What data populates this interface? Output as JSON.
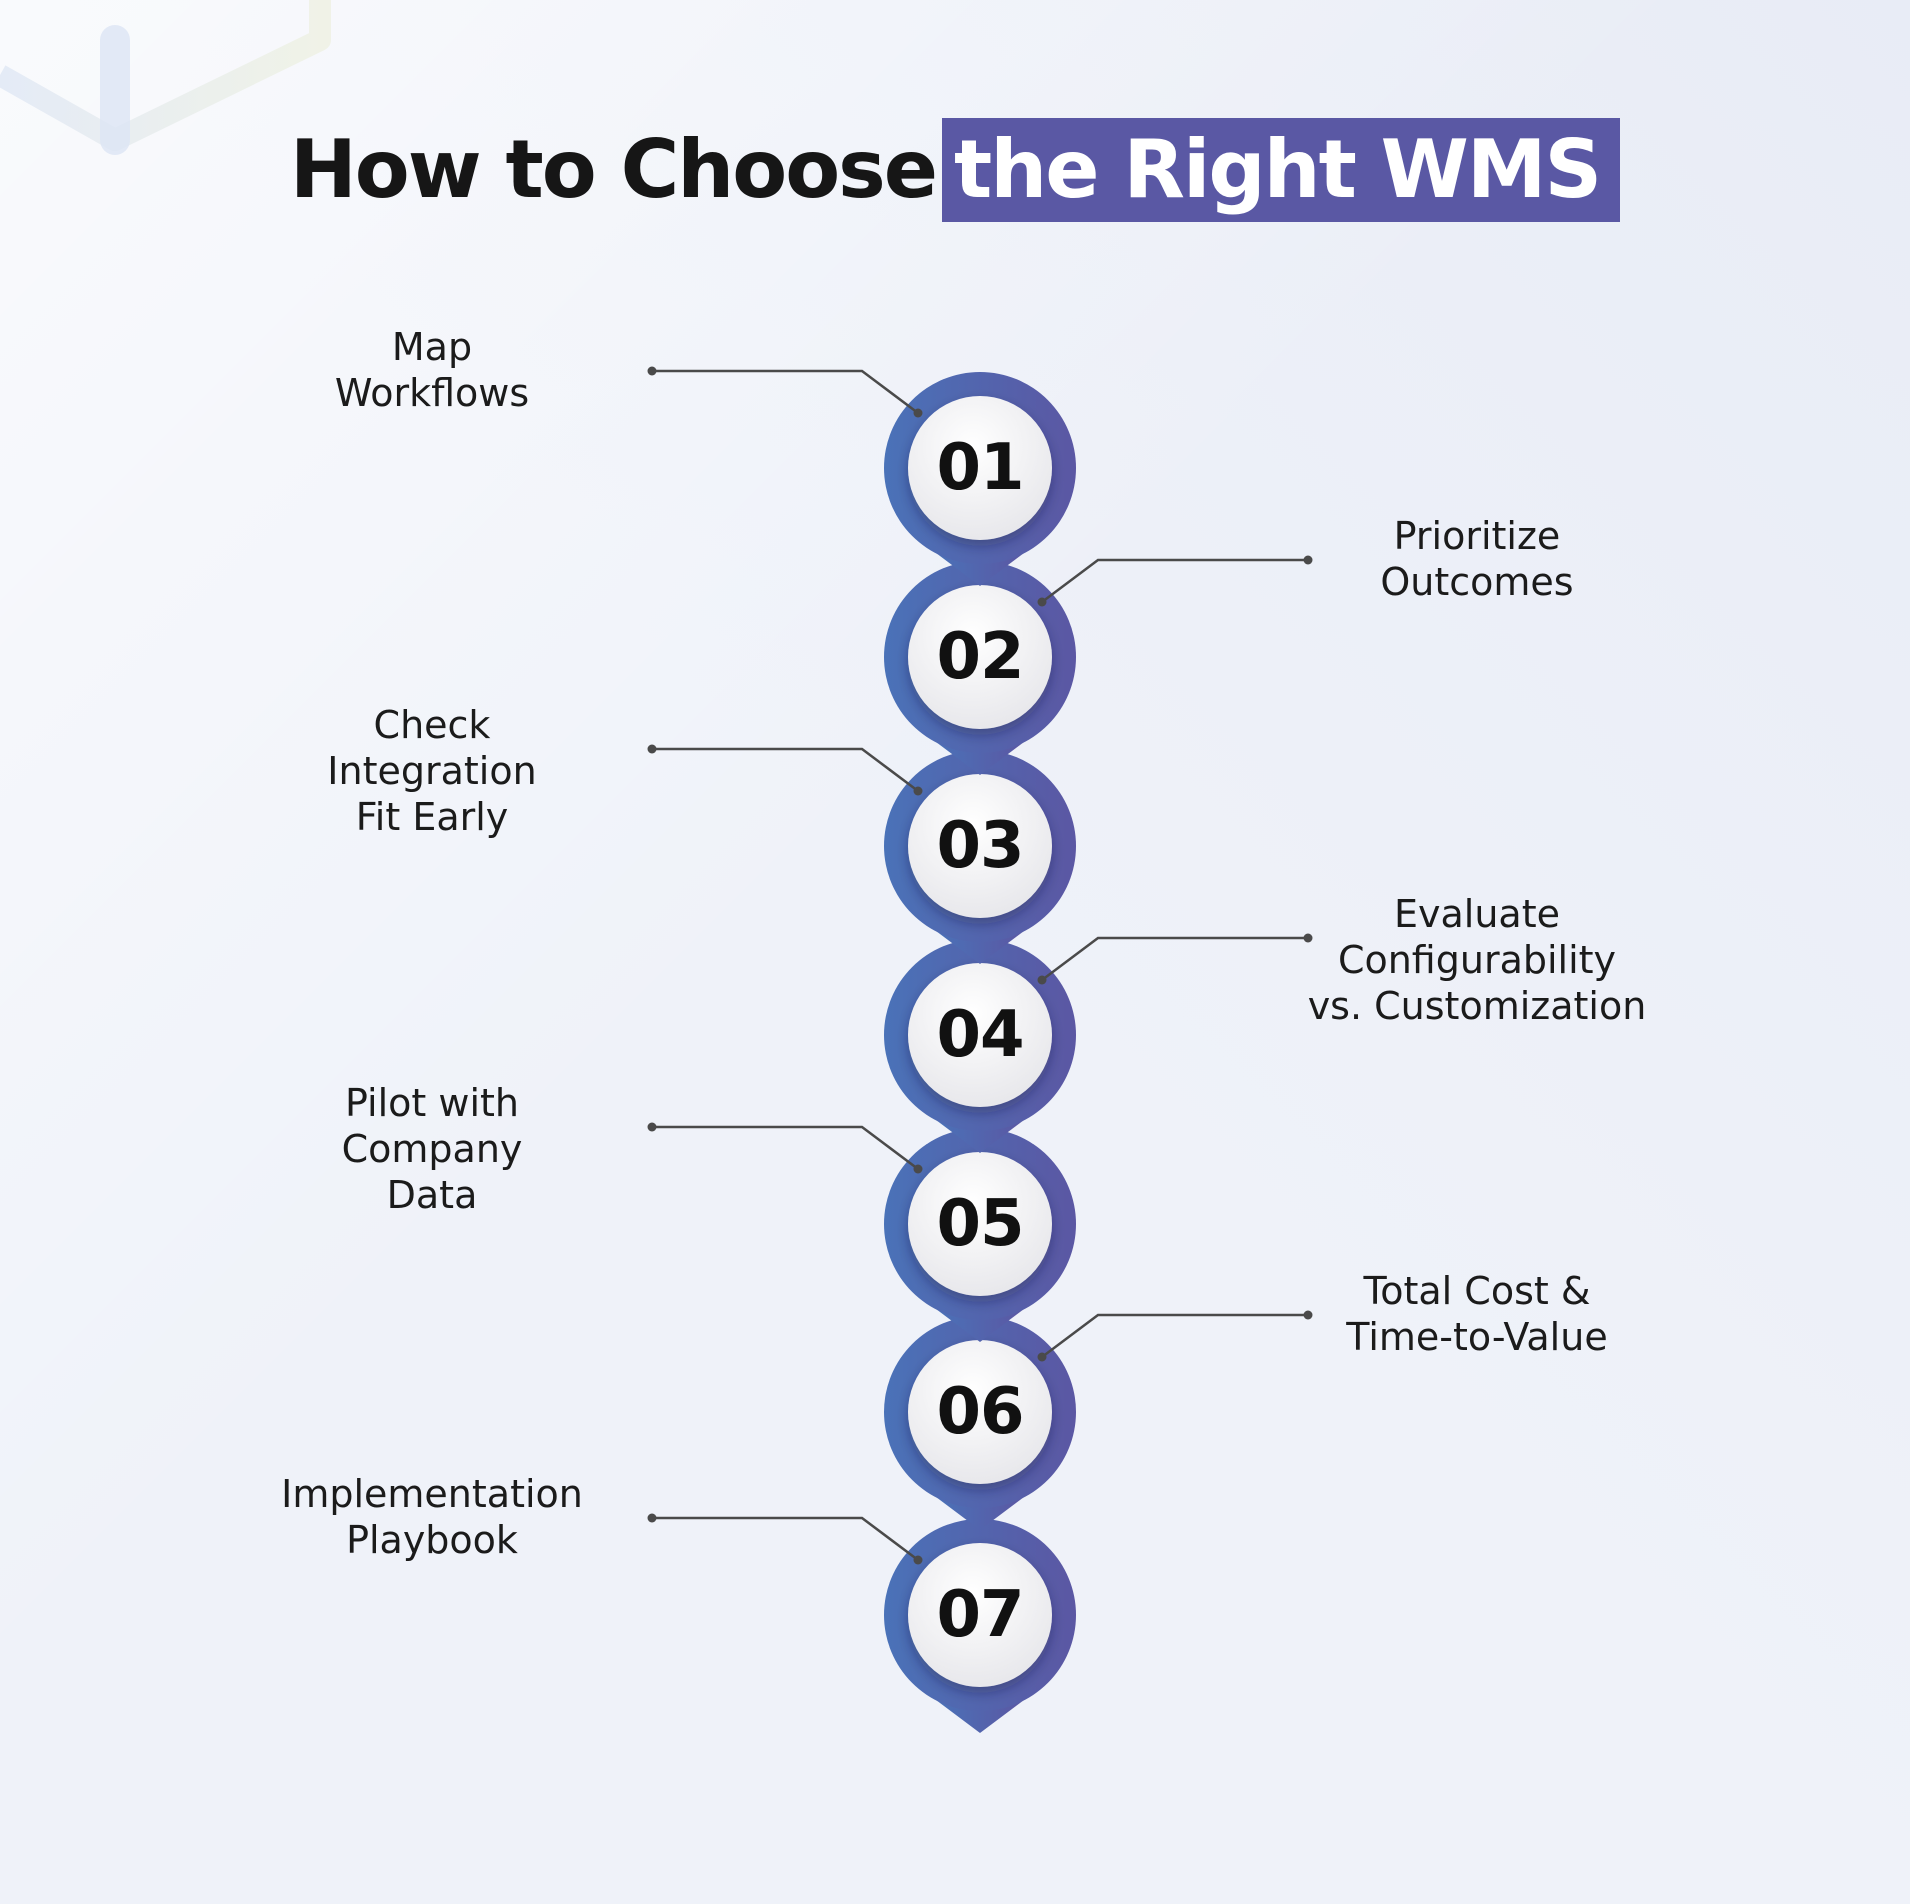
{
  "title": {
    "prefix": "How to Choose",
    "highlight": "the Right WMS"
  },
  "colors": {
    "accent": "#5a58a4",
    "ring_start": "#4a72b8",
    "ring_end": "#5b57a3",
    "connector": "#4a4a4a",
    "background": "#eff2f9"
  },
  "steps": [
    {
      "number": "01",
      "label": "Map Workflows",
      "lines": [
        "Map",
        "Workflows"
      ],
      "side": "left"
    },
    {
      "number": "02",
      "label": "Prioritize Outcomes",
      "lines": [
        "Prioritize",
        "Outcomes"
      ],
      "side": "right"
    },
    {
      "number": "03",
      "label": "Check Integration Fit Early",
      "lines": [
        "Check",
        "Integration",
        "Fit Early"
      ],
      "side": "left"
    },
    {
      "number": "04",
      "label": "Evaluate Configurability vs. Customization",
      "lines": [
        "Evaluate",
        "Configurability",
        "vs. Customization"
      ],
      "side": "right"
    },
    {
      "number": "05",
      "label": "Pilot with Company Data",
      "lines": [
        "Pilot with",
        "Company",
        "Data"
      ],
      "side": "left"
    },
    {
      "number": "06",
      "label": "Total Cost & Time-to-Value",
      "lines": [
        "Total Cost &",
        "Time-to-Value"
      ],
      "side": "right"
    },
    {
      "number": "07",
      "label": "Implementation Playbook",
      "lines": [
        "Implementation",
        "Playbook"
      ],
      "side": "left"
    }
  ]
}
